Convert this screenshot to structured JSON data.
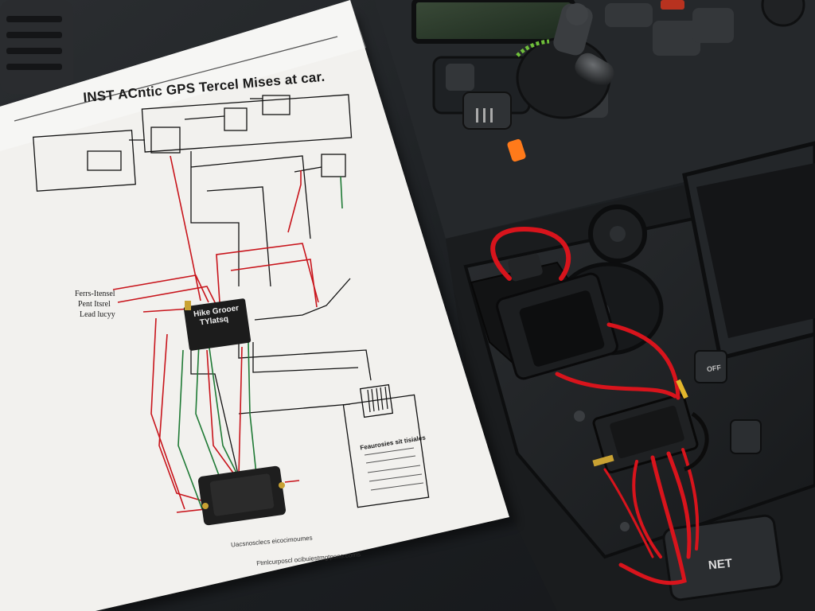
{
  "document": {
    "title": "INST ACntic GPS Tercel Mises at car.",
    "left_labels": [
      "Ferrs-Itensel",
      "Pent Itsrel",
      "Lead lucyy"
    ],
    "module_label_line1": "Hike Grooer",
    "module_label_line2": "TYlatsq",
    "notes_heading": "Feaurosies sit tisiales",
    "footer_text": "Uacsnosclecs eicocimoumes",
    "bottom_text": "Ftmlcurposcl ocibuiestmgtpons.coms"
  },
  "dashboard": {
    "button_label": "NET",
    "small_label": "OFF"
  },
  "colors": {
    "paper": "#f2f1ee",
    "wire_red": "#d8141c",
    "wire_green": "#1f7a35",
    "wire_black": "#111111",
    "dash_dark": "#202326",
    "accent_orange": "#ff7a1a"
  }
}
